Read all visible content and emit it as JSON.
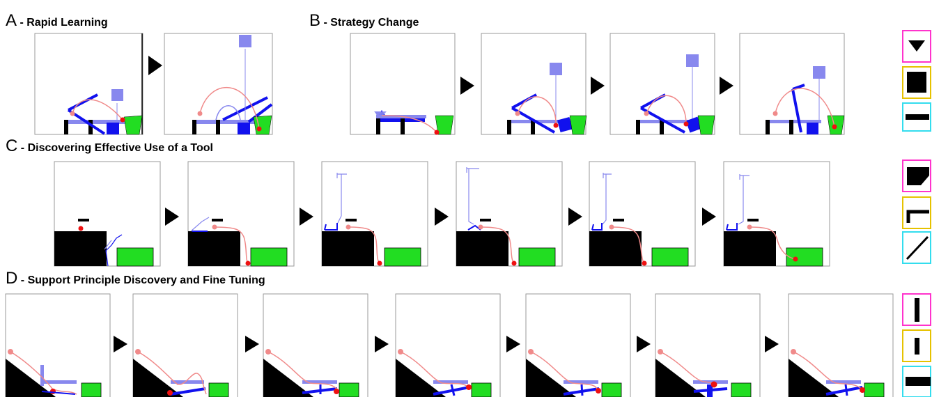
{
  "sections": {
    "A": {
      "letter": "A",
      "title": " - Rapid Learning"
    },
    "B": {
      "letter": "B",
      "title": " - Strategy Change"
    },
    "C": {
      "letter": "C",
      "title": " - Discovering Effective Use of a Tool"
    },
    "D": {
      "letter": "D",
      "title": " - Support Principle Discovery and Fine Tuning"
    }
  },
  "tool_legend": {
    "row1": [
      {
        "icon": "triangle-tool-icon",
        "frame_color": "#ff33cc"
      },
      {
        "icon": "square-tool-icon",
        "frame_color": "#e6c200"
      },
      {
        "icon": "bar-tool-icon",
        "frame_color": "#33ddee"
      }
    ],
    "row2": [
      {
        "icon": "wedge-tool-icon",
        "frame_color": "#ff33cc"
      },
      {
        "icon": "hook-tool-icon",
        "frame_color": "#e6c200"
      },
      {
        "icon": "diagonal-line-tool-icon",
        "frame_color": "#33ddee"
      }
    ],
    "row3": [
      {
        "icon": "tall-bar-tool-icon",
        "frame_color": "#ff33cc"
      },
      {
        "icon": "short-bar-tool-icon",
        "frame_color": "#e6c200"
      },
      {
        "icon": "wide-bar-tool-icon",
        "frame_color": "#33ddee"
      }
    ]
  },
  "colors": {
    "goal": "#22dd22",
    "ball": "#ee1111",
    "trajectory": "#f08a8a",
    "tool_dark": "#1111ee",
    "tool_light": "#8888ee",
    "obstacle": "#000000"
  }
}
